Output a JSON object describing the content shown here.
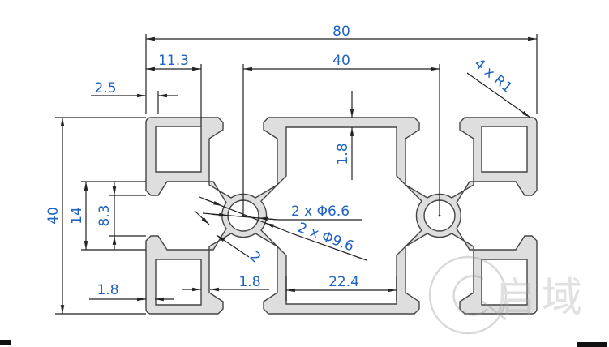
{
  "drawing": {
    "type": "technical cross-section, aluminium T-slot extrusion profile 40x80",
    "dims": {
      "overall_width": "80",
      "center_distance": "40",
      "edge_to_cavity": "11.3",
      "lip_depth": "2.5",
      "corner_radius": "4 x R1",
      "overall_height": "40",
      "slot_inner_width": "14",
      "slot_opening": "8.3",
      "outer_wall": "1.8",
      "bottom_web": "1.8",
      "center_cavity_width": "22.4",
      "face_wall": "1.8",
      "web_thickness": "2",
      "core_holes": "2 x Φ6.6",
      "counterbores": "2 x Φ9.6"
    },
    "watermark": {
      "text": "启域"
    },
    "colors": {
      "dim_text": "#2163c3",
      "lines": "#222222",
      "profile_fill": "#dedede",
      "profile_stroke": "#454545"
    }
  }
}
